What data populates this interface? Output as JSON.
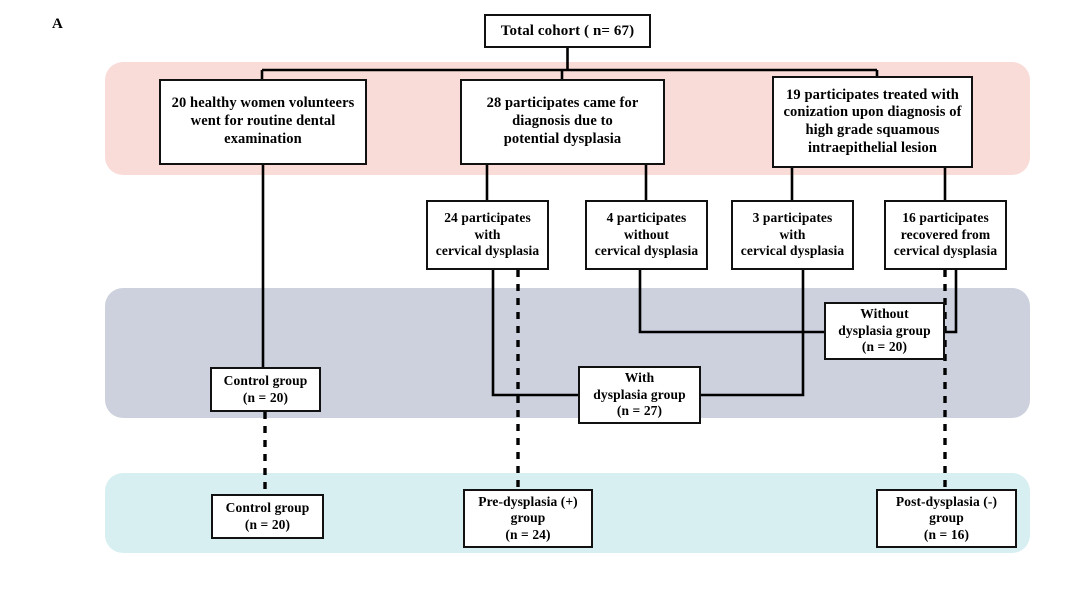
{
  "figure": {
    "panel_letter": "A",
    "type": "participant-flow-diagram",
    "colors": {
      "phase1_band": "#f9dcd8",
      "phase2_band": "#ccd1dd",
      "phase3_band": "#d8eff2",
      "box_border": "#111111",
      "box_fill": "#ffffff",
      "connector": "#000000"
    }
  },
  "nodes": {
    "total_cohort": "Total cohort ( n= 67)",
    "healthy_volunteers": "20 healthy women volunteers\nwent for routine dental\nexamination",
    "came_for_diagnosis": "28 participates came for\ndiagnosis due to\npotential dysplasia",
    "conization_treated": "19 participates treated with\nconization upon diagnosis of\nhigh grade squamous\nintraepithelial lesion",
    "with_cervical_dysplasia_24": "24 participates\nwith\ncervical dysplasia",
    "without_cervical_dysplasia_4": "4 participates\nwithout\ncervical dysplasia",
    "with_cervical_dysplasia_3": "3 participates\nwith\ncervical dysplasia",
    "recovered_16": "16 participates\nrecovered from\ncervical dysplasia",
    "without_dysplasia_group": "Without\ndysplasia group\n(n = 20)",
    "with_dysplasia_group": "With\ndysplasia group\n(n = 27)",
    "control_group_mid": "Control group\n(n = 20)",
    "control_group_final": "Control group\n(n = 20)",
    "pre_dysplasia_group": "Pre-dysplasia (+)\ngroup\n(n = 24)",
    "post_dysplasia_group": "Post-dysplasia (-)\ngroup\n(n = 16)"
  },
  "counts": {
    "total_cohort_n": 67,
    "healthy_volunteers_n": 20,
    "came_for_diagnosis_n": 28,
    "conization_treated_n": 19,
    "with_cervical_dysplasia_24_n": 24,
    "without_cervical_dysplasia_4_n": 4,
    "with_cervical_dysplasia_3_n": 3,
    "recovered_16_n": 16,
    "without_dysplasia_group_n": 20,
    "with_dysplasia_group_n": 27,
    "control_group_n": 20,
    "pre_dysplasia_group_n": 24,
    "post_dysplasia_group_n": 16
  }
}
